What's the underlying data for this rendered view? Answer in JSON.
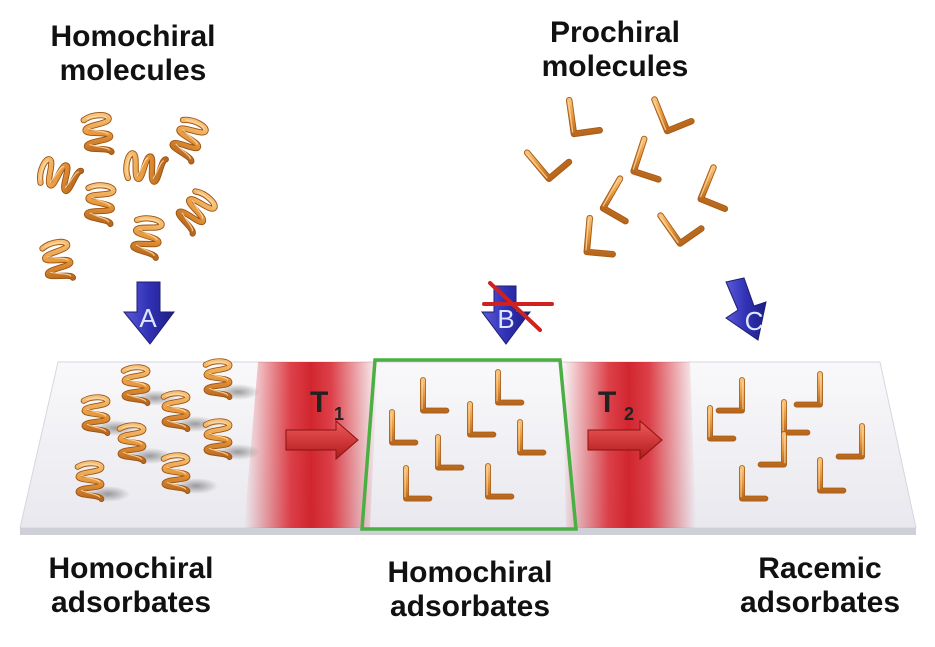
{
  "labels": {
    "homochiral_molecules": [
      "Homochiral",
      "molecules"
    ],
    "prochiral_molecules": [
      "Prochiral",
      "molecules"
    ],
    "bottom_left": [
      "Homochiral",
      "adsorbates"
    ],
    "bottom_center": [
      "Homochiral",
      "adsorbates"
    ],
    "bottom_right": [
      "Racemic",
      "adsorbates"
    ]
  },
  "arrows": {
    "a": "A",
    "b": "B",
    "c": "C"
  },
  "transitions": {
    "t1": {
      "main": "T",
      "sub": "1"
    },
    "t2": {
      "main": "T",
      "sub": "2"
    }
  },
  "colors": {
    "molecule": "#e8973a",
    "arrow_blue": "#2f2fb0",
    "heat_red": "#d8202a",
    "highlight_green": "#4bb043",
    "cross_red": "#d02020",
    "surface": "#f3f3f6"
  },
  "icons": {
    "homochiral_molecule": "helix-spring-icon",
    "prochiral_molecule": "l-shape-icon",
    "forbidden": "cross-mark-icon"
  }
}
